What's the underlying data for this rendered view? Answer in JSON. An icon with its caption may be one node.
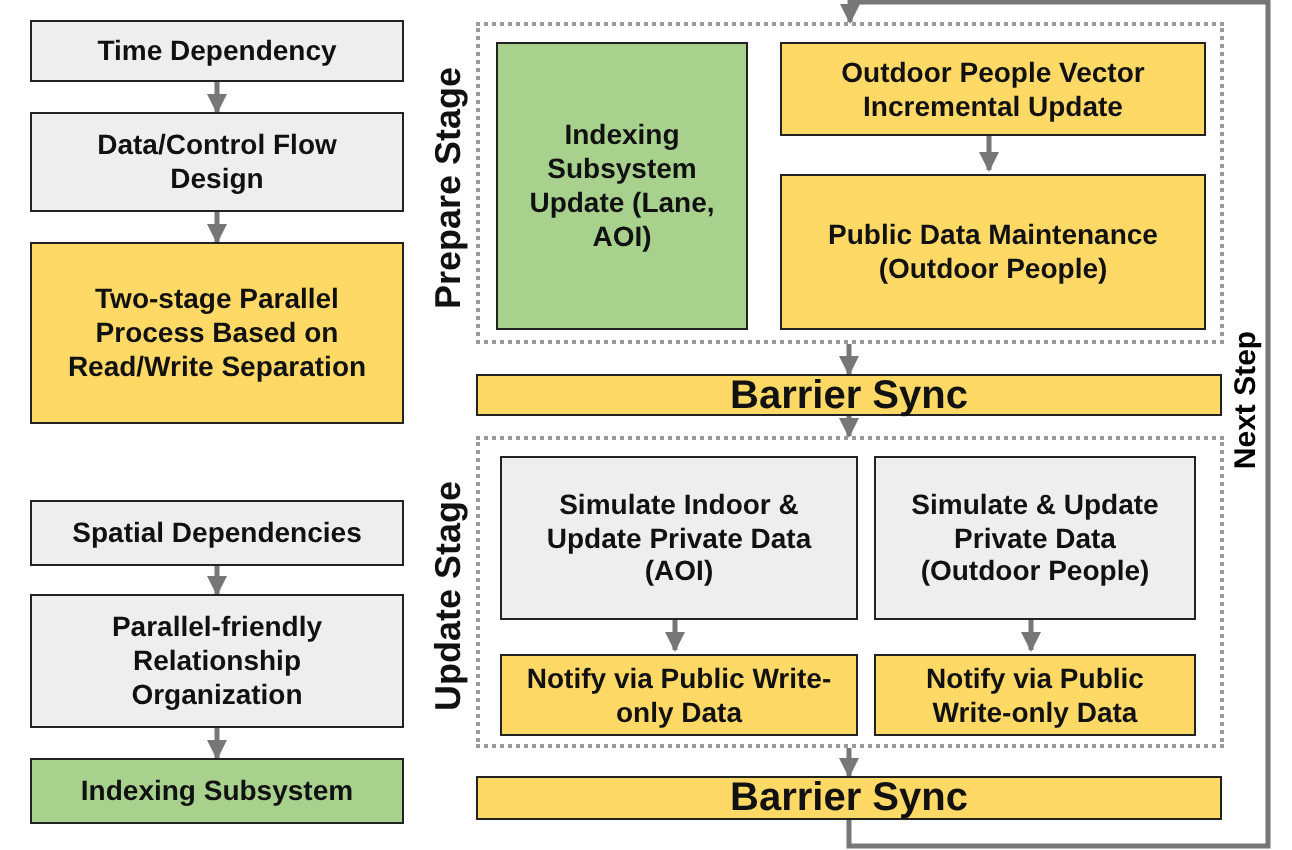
{
  "diagram": {
    "nodes": [
      {
        "text": [
          "Time Dependency"
        ]
      },
      {
        "text": [
          "Data/Control Flow Design"
        ]
      },
      {
        "text": [
          "Two-stage Parallel Process Based on Read/Write Separation"
        ]
      },
      {
        "text": [
          "Spatial Dependencies"
        ]
      },
      {
        "text": [
          "Parallel-friendly Relationship Organization"
        ]
      },
      {
        "text": [
          "Indexing Subsystem"
        ]
      },
      {
        "text": [
          "Prepare Stage"
        ]
      },
      {
        "text": [
          "Indexing Subsystem Update (Lane, AOI)"
        ],
        "in": 6
      },
      {
        "text": [
          "Outdoor People Vector Incremental Update"
        ],
        "in": 6
      },
      {
        "text": [
          "Public Data Maintenance (Outdoor People)"
        ],
        "in": 6
      },
      {
        "text": [
          "Barrier Sync"
        ]
      },
      {
        "text": [
          "Update Stage"
        ]
      },
      {
        "text": [
          "Simulate Indoor & Update Private Data (AOI)"
        ],
        "in": 11
      },
      {
        "text": [
          "Simulate & Update Private Data (Outdoor People)"
        ],
        "in": 11
      },
      {
        "text": [
          "Notify via Public Write-only Data"
        ],
        "in": 11
      },
      {
        "text": [
          "Notify via Public Write-only Data"
        ],
        "in": 11
      },
      {
        "text": [
          "Barrier Sync"
        ]
      }
    ],
    "edges": [
      {
        "from": 0,
        "to": 1,
        "arrow": "to"
      },
      {
        "from": 1,
        "to": 2,
        "arrow": "to"
      },
      {
        "from": 3,
        "to": 4,
        "arrow": "to"
      },
      {
        "from": 4,
        "to": 5,
        "arrow": "to"
      },
      {
        "from": 8,
        "to": 9,
        "arrow": "to"
      },
      {
        "from": 6,
        "to": 10,
        "arrow": "to"
      },
      {
        "from": 10,
        "to": 11,
        "arrow": "to"
      },
      {
        "from": 12,
        "to": 14,
        "arrow": "to"
      },
      {
        "from": 13,
        "to": 15,
        "arrow": "to"
      },
      {
        "from": 11,
        "to": 16,
        "arrow": "to"
      },
      {
        "from": 16,
        "to": 6,
        "arrow": "to",
        "label": "Next Step"
      }
    ]
  }
}
